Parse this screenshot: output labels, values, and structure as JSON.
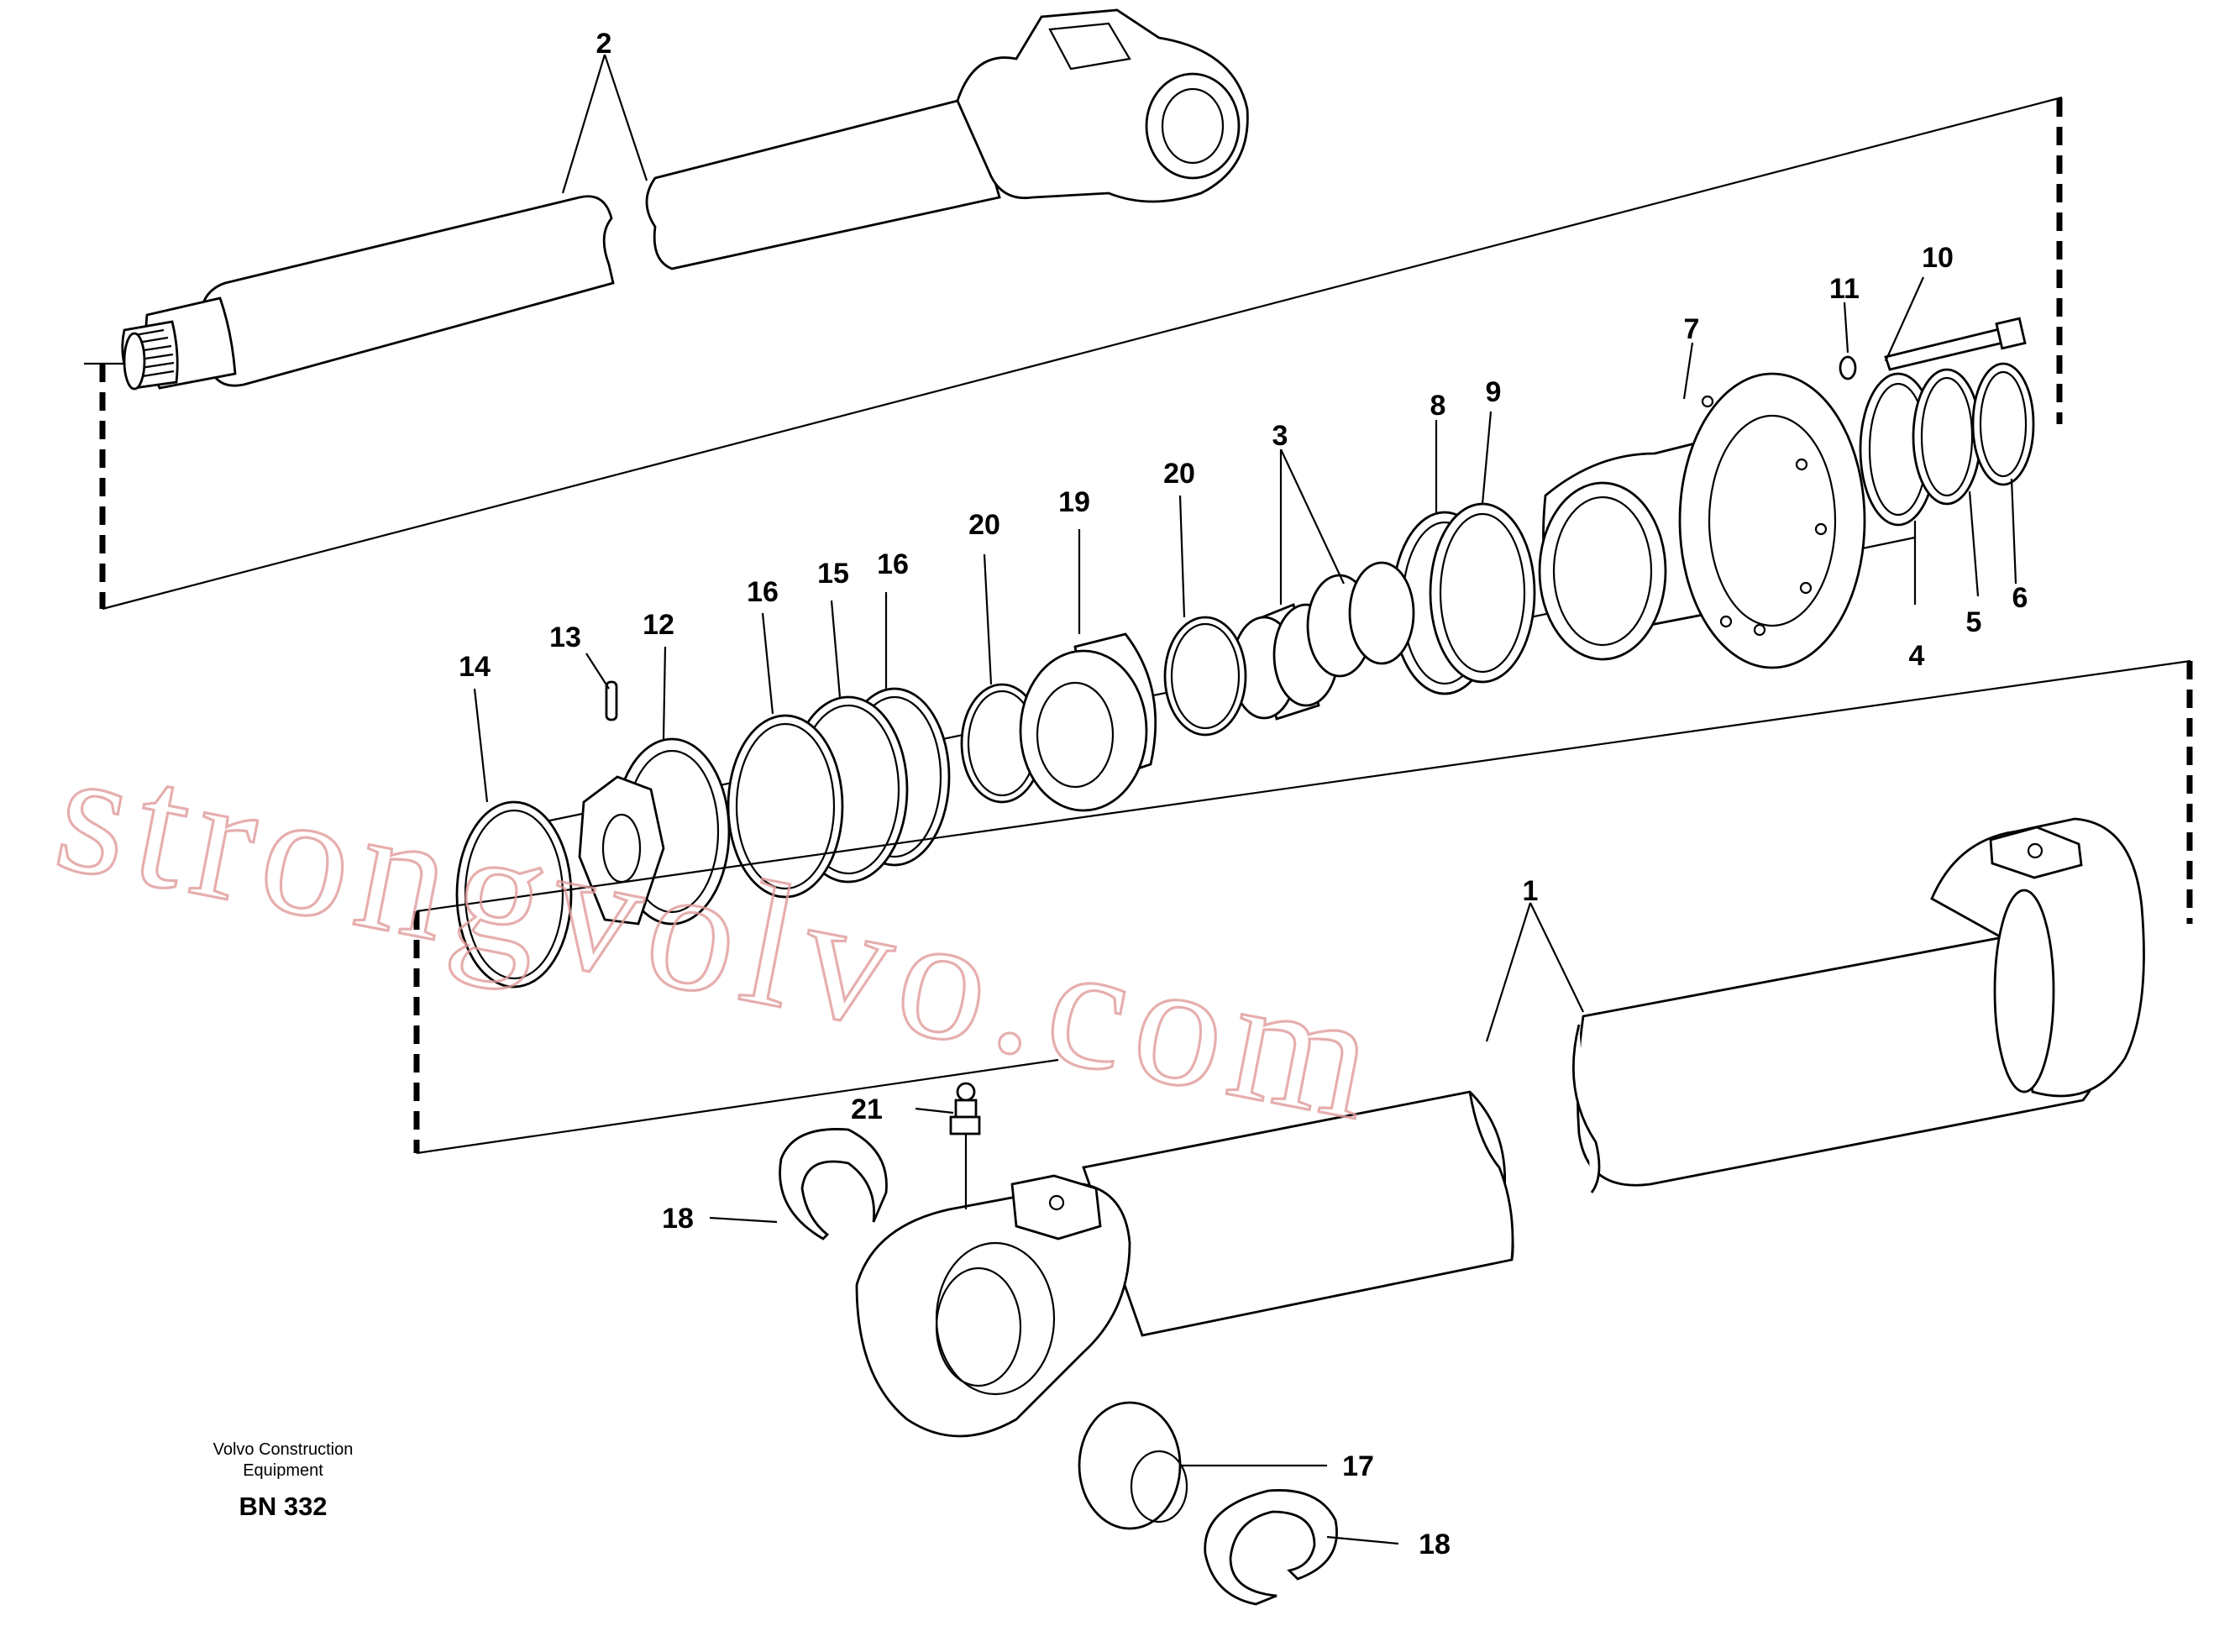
{
  "diagram": {
    "callouts": [
      "1",
      "2",
      "3",
      "4",
      "5",
      "6",
      "7",
      "8",
      "9",
      "10",
      "11",
      "12",
      "13",
      "14",
      "15",
      "16",
      "16",
      "17",
      "18",
      "18",
      "19",
      "20",
      "20",
      "21"
    ],
    "caption": {
      "line1": "Volvo Construction",
      "line2": "Equipment",
      "code": "BN 332"
    },
    "watermark": "strongvolvo.com"
  }
}
